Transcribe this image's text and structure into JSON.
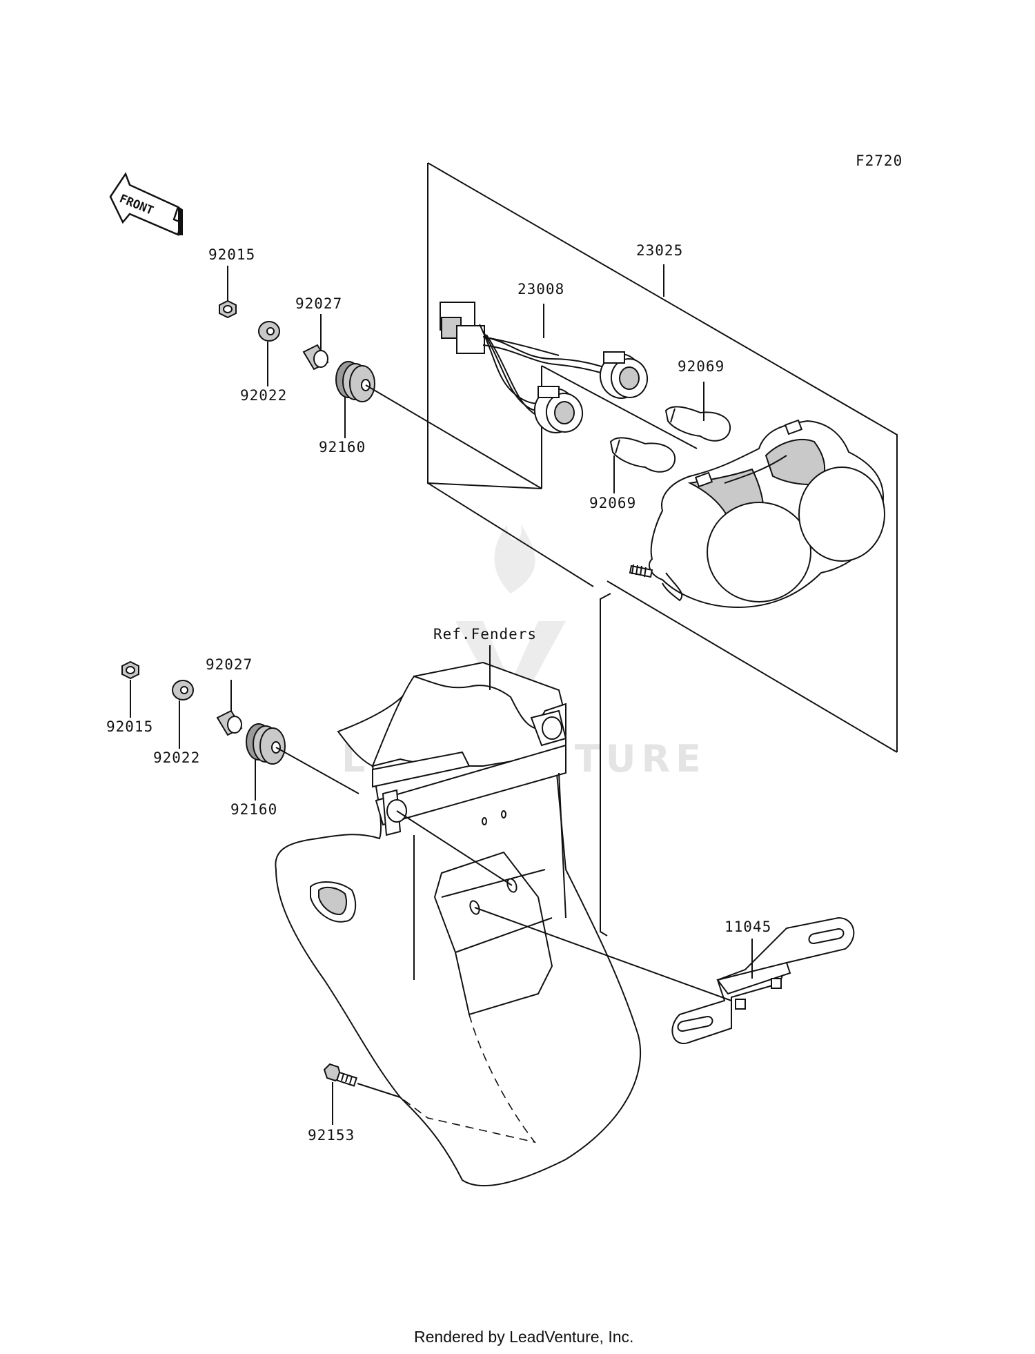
{
  "diagram": {
    "code": "F2720",
    "front_label": "FRONT",
    "ref_label": "Ref.Fenders",
    "watermark": "LEADVENTURE",
    "footer": "Rendered by LeadVenture, Inc.",
    "parts": {
      "p92015a": "92015",
      "p92027a": "92027",
      "p92022a": "92022",
      "p92160a": "92160",
      "p23008": "23008",
      "p23025": "23025",
      "p92069a": "92069",
      "p92069b": "92069",
      "p92027b": "92027",
      "p92015b": "92015",
      "p92022b": "92022",
      "p92160b": "92160",
      "p11045": "11045",
      "p92153": "92153"
    }
  }
}
